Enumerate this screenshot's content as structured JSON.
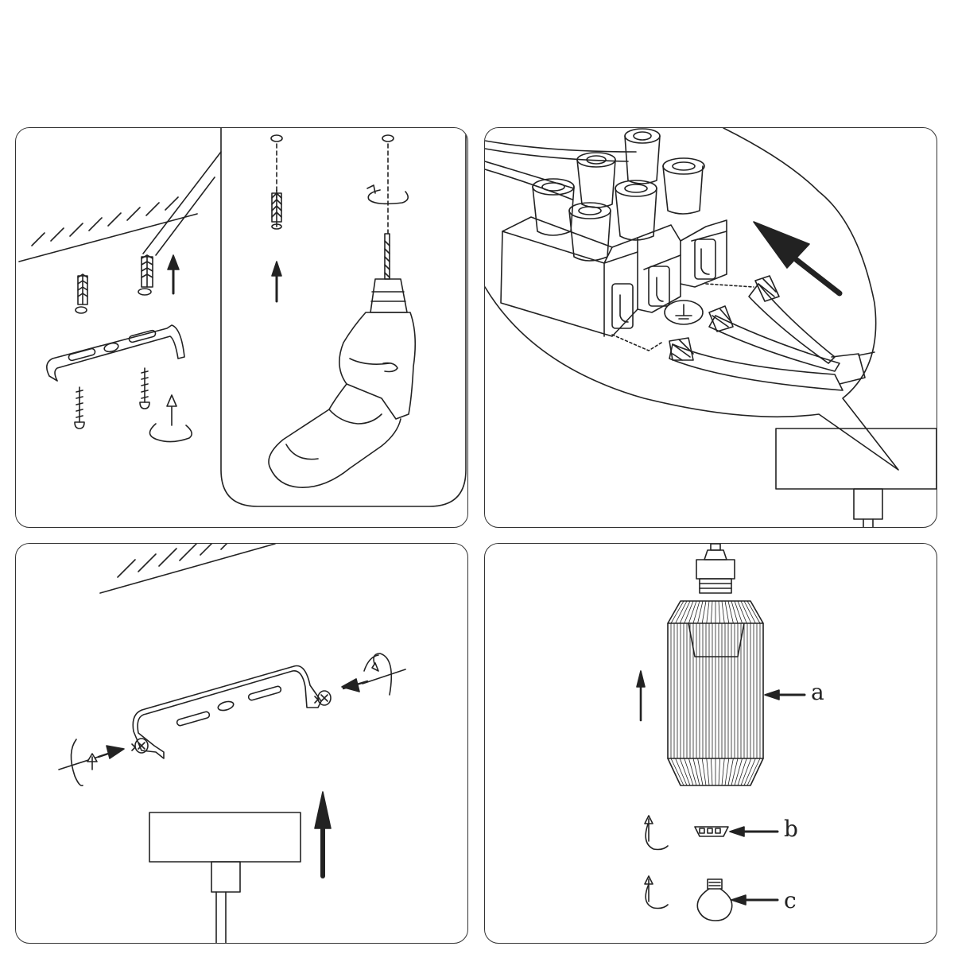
{
  "labels": {
    "a": "a",
    "b": "b",
    "c": "c"
  },
  "colors": {
    "line": "#222222",
    "panel_border": "#333333",
    "background": "#ffffff"
  }
}
